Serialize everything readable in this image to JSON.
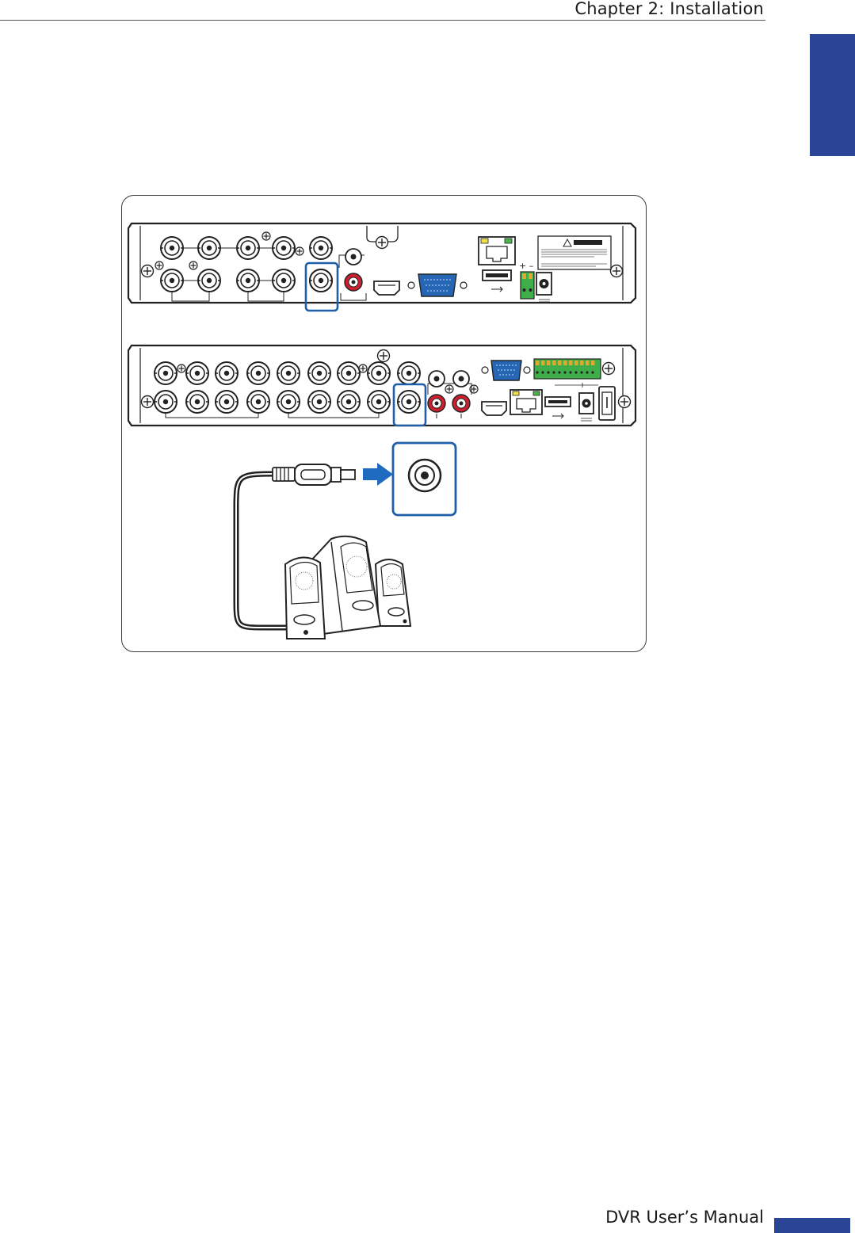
{
  "header": {
    "title": "Chapter 2: Installation"
  },
  "footer": {
    "title": "DVR User’s Manual"
  },
  "colors": {
    "accent_blue": "#2b4596",
    "callout_blue": "#1f5fa8",
    "audio_red": "#cc1f2f",
    "vga_blue": "#2566b5",
    "terminal_green": "#3fae49"
  },
  "figure": {
    "subject": "audio-out-connection",
    "icons": [
      "bnc-connector-icon",
      "rca-connector-icon",
      "hdmi-port-icon",
      "vga-port-icon",
      "ethernet-port-icon",
      "usb-port-icon",
      "power-jack-icon",
      "terminal-block-icon",
      "power-switch-icon",
      "rca-plug-icon",
      "arrow-right-icon",
      "speaker-icon"
    ]
  }
}
